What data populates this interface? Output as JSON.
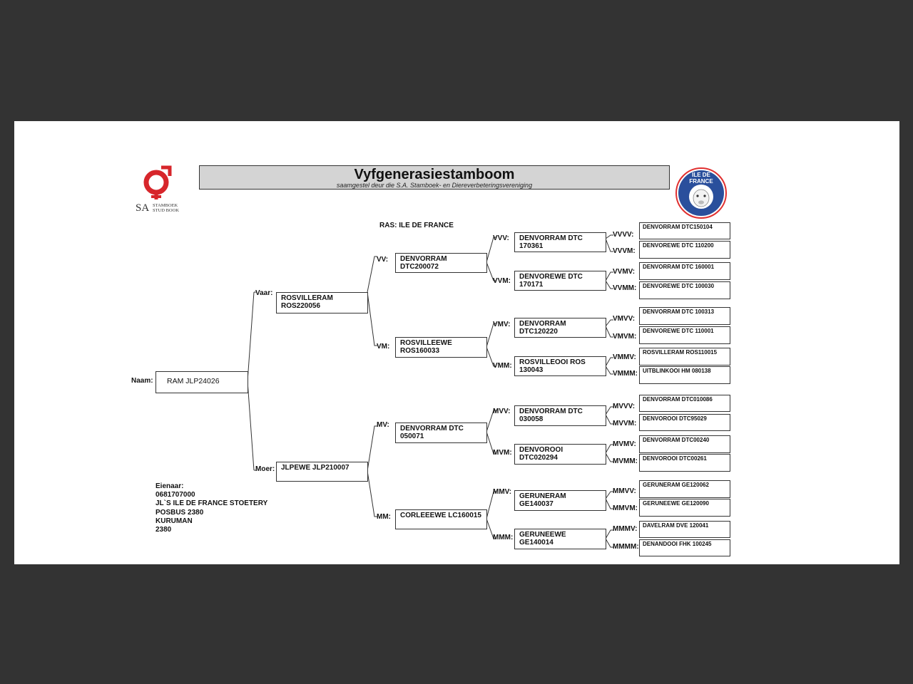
{
  "header": {
    "title": "Vyfgenerasiestamboom",
    "subtitle": "saamgestel deur die S.A. Stamboek- en Diereverbeteringsvereniging"
  },
  "logos": {
    "sa": {
      "initials": "SA",
      "line1": "STAMBOEK",
      "line2": "STUD BOOK",
      "color": "#d7262b"
    },
    "idf": {
      "text": "ILE DE FRANCE",
      "color": "#2a4f9c",
      "accent": "#e03030"
    }
  },
  "breed": "RAS: ILE DE FRANCE",
  "animal": {
    "label": "Naam:",
    "name": "RAM JLP24026"
  },
  "gen1": {
    "sire": {
      "label": "Vaar:",
      "name": "ROSVILLERAM\nROS220056"
    },
    "dam": {
      "label": "Moer:",
      "name": "JLPEWE JLP210007"
    }
  },
  "gen2": {
    "vv": {
      "label": "VV:",
      "name": "DENVORRAM\nDTC200072"
    },
    "vm": {
      "label": "VM:",
      "name": "ROSVILLEEWE\nROS160033"
    },
    "mv": {
      "label": "MV:",
      "name": "DENVORRAM DTC\n050071"
    },
    "mm": {
      "label": "MM:",
      "name": "CORLEEEWE LC160015"
    }
  },
  "gen3": {
    "vvv": {
      "label": "VVV:",
      "name": "DENVORRAM DTC\n170361"
    },
    "vvm": {
      "label": "VVM:",
      "name": "DENVOREWE DTC\n170171"
    },
    "vmv": {
      "label": "VMV:",
      "name": "DENVORRAM\nDTC120220"
    },
    "vmm": {
      "label": "VMM:",
      "name": "ROSVILLEOOI ROS\n130043"
    },
    "mvv": {
      "label": "MVV:",
      "name": "DENVORRAM DTC\n030058"
    },
    "mvm": {
      "label": "MVM:",
      "name": "DENVOROOI\nDTC020294"
    },
    "mmv": {
      "label": "MMV:",
      "name": "GERUNERAM\nGE140037"
    },
    "mmm": {
      "label": "MMM:",
      "name": "GERUNEEWE\nGE140014"
    }
  },
  "gen4": {
    "vvvv": {
      "label": "VVVV:",
      "name": "DENVORRAM DTC150104"
    },
    "vvvm": {
      "label": "VVVM:",
      "name": "DENVOREWE DTC 110200"
    },
    "vvmv": {
      "label": "VVMV:",
      "name": "DENVORRAM DTC 160001"
    },
    "vvmm": {
      "label": "VVMM:",
      "name": "DENVOREWE DTC 100030"
    },
    "vmvv": {
      "label": "VMVV:",
      "name": "DENVORRAM DTC 100313"
    },
    "vmvm": {
      "label": "VMVM:",
      "name": "DENVOREWE DTC 110001"
    },
    "vmmv": {
      "label": "VMMV:",
      "name": "ROSVILLERAM ROS110015"
    },
    "vmmm": {
      "label": "VMMM:",
      "name": "UITBLINKOOI HM 080138"
    },
    "mvvv": {
      "label": "MVVV:",
      "name": "DENVORRAM DTC010086"
    },
    "mvvm": {
      "label": "MVVM:",
      "name": "DENVOROOI DTC95029"
    },
    "mvmv": {
      "label": "MVMV:",
      "name": "DENVORRAM DTC00240"
    },
    "mvmm": {
      "label": "MVMM:",
      "name": "DENVOROOI DTC00261"
    },
    "mmvv": {
      "label": "MMVV:",
      "name": "GERUNERAM GE120062"
    },
    "mmvm": {
      "label": "MMVM:",
      "name": "GERUNEEWE GE120090"
    },
    "mmmv": {
      "label": "MMMV:",
      "name": "DAVELRAM DVE 120041"
    },
    "mmmm": {
      "label": "MMMM:",
      "name": "DENANDOOI FHK 100245"
    }
  },
  "owner": {
    "label": "Eienaar:",
    "number": "0681707000",
    "name": "JL`S ILE DE FRANCE STOETERY",
    "address1": "POSBUS 2380",
    "address2": "KURUMAN",
    "postcode": "2380"
  }
}
